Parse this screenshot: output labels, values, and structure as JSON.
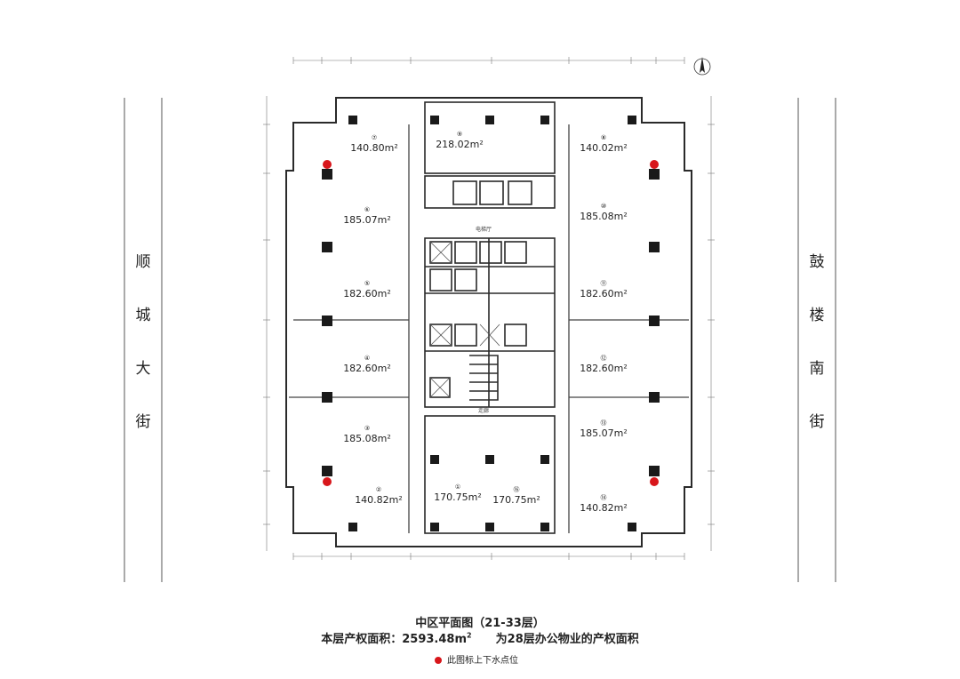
{
  "streets": {
    "left": [
      "顺",
      "城",
      "大",
      "街"
    ],
    "right": [
      "鼓",
      "楼",
      "南",
      "街"
    ]
  },
  "units": [
    {
      "id": "⑦",
      "area": "140.80m²"
    },
    {
      "id": "⑨",
      "area": "218.02m²"
    },
    {
      "id": "⑧",
      "area": "140.02m²"
    },
    {
      "id": "⑥",
      "area": "185.07m²"
    },
    {
      "id": "⑩",
      "area": "185.08m²"
    },
    {
      "id": "⑤",
      "area": "182.60m²"
    },
    {
      "id": "⑪",
      "area": "182.60m²"
    },
    {
      "id": "④",
      "area": "182.60m²"
    },
    {
      "id": "⑫",
      "area": "182.60m²"
    },
    {
      "id": "③",
      "area": "185.08m²"
    },
    {
      "id": "⑬",
      "area": "185.07m²"
    },
    {
      "id": "②",
      "area": "140.82m²"
    },
    {
      "id": "①",
      "area": "170.75m²"
    },
    {
      "id": "⑯",
      "area": "170.75m²"
    },
    {
      "id": "⑭",
      "area": "140.82m²"
    }
  ],
  "core_labels": {
    "lobby": "电梯厅",
    "corridor": "走廊"
  },
  "caption": {
    "title": "中区平面图（21-33层）",
    "area_label": "本层产权面积：2593.48m",
    "area_sup": "2",
    "note": "为28层办公物业的产权面积"
  },
  "legend": {
    "text": "此图标上下水点位",
    "color": "#d8161b"
  },
  "colors": {
    "wall": "#2a2a2a",
    "column": "#1a1a1a",
    "marker": "#d8161b"
  }
}
